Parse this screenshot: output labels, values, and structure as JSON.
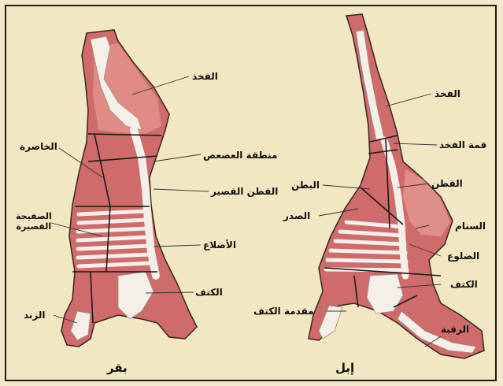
{
  "colors": {
    "background": "#f1e7c2",
    "meat": "#cf6b6b",
    "meat_light": "#e69a93",
    "bone": "#f4efe8",
    "outline": "#3a2323",
    "leader": "#333333"
  },
  "cattle": {
    "caption": "بقر",
    "labels": {
      "thigh": "الفخذ",
      "flank": "الخاصرة",
      "tail_area": "منطقة العصعص",
      "short_loin": "القطن القصير",
      "short_plate": "الصفيحة\nالقصيرة",
      "ribs": "الأضلاع",
      "shoulder": "الكتف",
      "shank": "الزند"
    }
  },
  "camel": {
    "caption": "إبل",
    "labels": {
      "thigh": "الفخذ",
      "thigh_top": "قمة الفخذ",
      "belly": "البطن",
      "loin": "القطن",
      "chest": "الصدر",
      "hump": "السنام",
      "ribs": "الضلوع",
      "shoulder": "الكتف",
      "fore_shoulder": "مقدمة الكتف",
      "neck": "الرقبة"
    }
  }
}
